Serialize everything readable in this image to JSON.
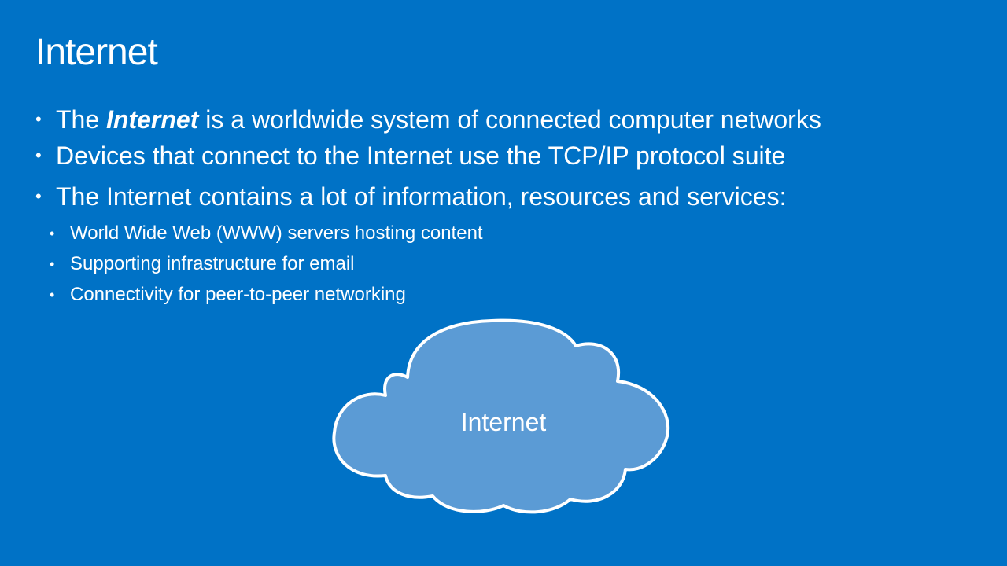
{
  "slide": {
    "title": "Internet",
    "bullets": [
      {
        "prefix": "The ",
        "emphasis": "Internet",
        "suffix": " is a worldwide system of connected computer networks"
      },
      {
        "text": "Devices that connect to the Internet use the TCP/IP protocol suite"
      },
      {
        "text": "The Internet contains a lot of information, resources and services:"
      }
    ],
    "sub_bullets": [
      "World Wide Web (WWW) servers hosting content",
      "Supporting infrastructure for email",
      "Connectivity for peer-to-peer networking"
    ],
    "cloud_label": "Internet"
  },
  "colors": {
    "background": "#0072C6",
    "text": "#FFFFFF",
    "cloud_fill": "#5B9BD5",
    "cloud_stroke": "#FFFFFF"
  },
  "icons": {
    "cloud": "cloud-icon"
  }
}
